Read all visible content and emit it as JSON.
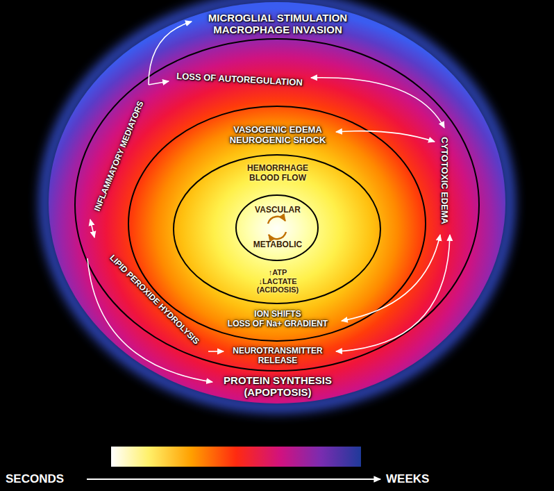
{
  "diagram": {
    "nodes": [
      {
        "text": [
          "MICROGLIAL STIMULATION MACROPHAGE INVASION",
          "PROTEIN SYNTHESIS (APOPTOSIS)"
        ]
      },
      {
        "text": [
          "LOSS OF AUTOREGULATION",
          "INFLAMMATORY MEDIATORS",
          "LIPID PEROXIDE HYDROLYSIS",
          "CYTOTOXIC EDEMA",
          "NEUROTRANSMITTER RELEASE"
        ],
        "in": 0
      },
      {
        "text": [
          "VASOGENIC EDEMA NEUROGENIC SHOCK",
          "ION SHIFTS LOSS OF Na+ GRADIENT"
        ],
        "in": 1
      },
      {
        "text": [
          "HEMORRHAGE BLOOD FLOW",
          "↑ATP ↓LACTATE (ACIDOSIS)"
        ],
        "in": 2
      },
      {
        "text": [
          "VASCULAR",
          "METABOLIC"
        ],
        "in": 3
      }
    ],
    "labels": [
      "SECONDS",
      "WEEKS"
    ]
  }
}
